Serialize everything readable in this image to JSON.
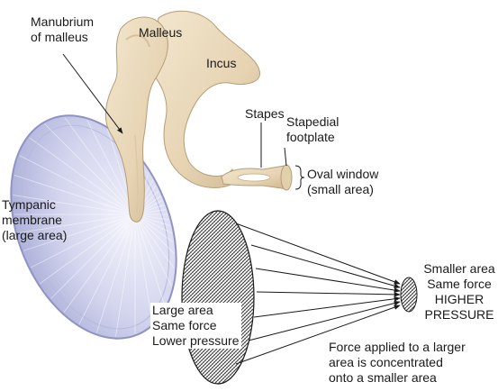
{
  "labels": {
    "manubrium": [
      "Manubrium",
      "of malleus"
    ],
    "malleus": "Malleus",
    "incus": "Incus",
    "stapes": "Stapes",
    "stapedial_footplate": [
      "Stapedial",
      "footplate"
    ],
    "oval_window": [
      "Oval window",
      "(small area)"
    ],
    "tympanic_membrane": [
      "Tympanic",
      "membrane",
      "(large area)"
    ],
    "large_area_note": [
      "Large area",
      "Same force",
      "Lower pressure"
    ],
    "smaller_area_note": [
      "Smaller area",
      "Same force",
      "HIGHER",
      "PRESSURE"
    ],
    "force_note": [
      "Force applied to a larger",
      "area is concentrated",
      "onto a smaller area"
    ]
  },
  "colors": {
    "bone": "#ecdcc0",
    "bone_shadow": "#c9b48f",
    "membrane": "#c9cbe8",
    "membrane_edge": "#8f93c4",
    "ink": "#1a1a1a"
  },
  "force_arrows": 7
}
